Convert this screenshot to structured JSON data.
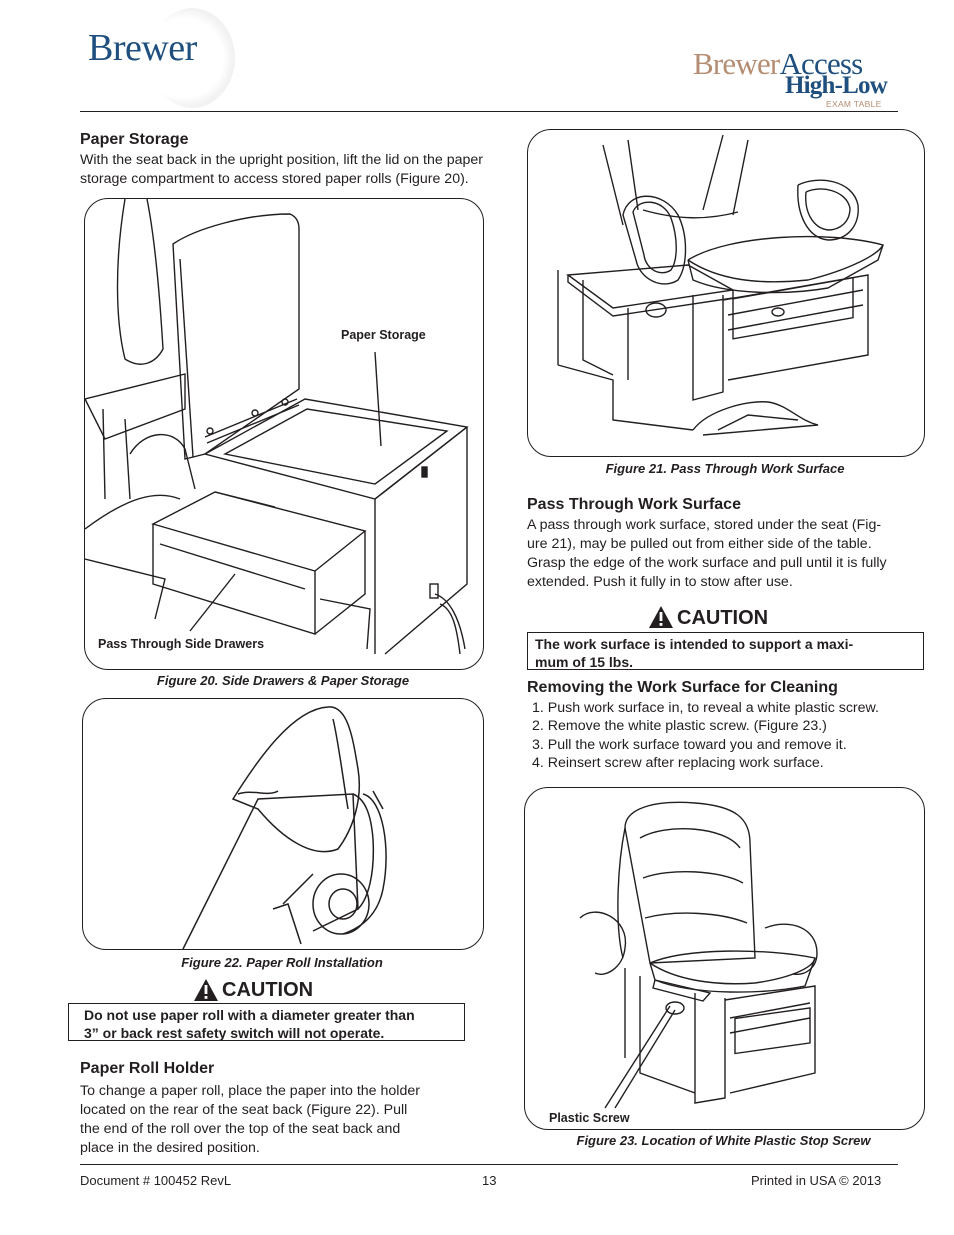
{
  "header": {
    "left_logo": "Brewer",
    "right_logo_part1": "Brewer",
    "right_logo_part2": "Access",
    "right_logo_line2": "High-Low",
    "right_logo_line3": "EXAM TABLE"
  },
  "sections": {
    "paper_storage": {
      "title": "Paper Storage",
      "body_lines": [
        "With the seat back in the upright position, lift the lid on the paper",
        "storage compartment to access stored paper rolls (Figure 20)."
      ]
    },
    "pass_through": {
      "title": "Pass Through Work Surface",
      "body_lines": [
        "A pass through work surface, stored under the seat (Fig-",
        "ure 21), may be pulled out from either side of the table.",
        "Grasp the edge of the work surface and pull until it is fully",
        "extended. Push it fully in to stow after use."
      ]
    },
    "removing": {
      "title": "Removing the Work Surface for Cleaning",
      "steps": [
        "1.   Push work surface in, to reveal a white plastic screw.",
        "2.   Remove the white plastic screw. (Figure 23.)",
        "3.   Pull the work surface toward you and remove it.",
        "4. Reinsert screw after replacing work surface."
      ]
    },
    "paper_roll_holder": {
      "title": "Paper Roll Holder",
      "body_lines": [
        "To change a paper roll, place the paper into the holder",
        "located on the rear of the seat back (Figure 22). Pull",
        "the end of the roll over the top of the seat back and",
        "place in the desired position."
      ]
    }
  },
  "figures": {
    "fig20": {
      "caption": "Figure 20. Side Drawers & Paper Storage",
      "label_top": "Paper Storage",
      "label_bottom": "Pass Through Side Drawers"
    },
    "fig21": {
      "caption": "Figure 21. Pass Through Work Surface"
    },
    "fig22": {
      "caption": "Figure 22. Paper Roll Installation"
    },
    "fig23": {
      "caption": "Figure 23. Location of White Plastic Stop Screw",
      "label": "Plastic Screw"
    }
  },
  "cautions": {
    "work_surface": {
      "title": "CAUTION",
      "lines": [
        "The work surface is intended to support a maxi-",
        "mum of 15 lbs."
      ]
    },
    "paper_roll": {
      "title": "CAUTION",
      "lines": [
        "Do not use paper roll with a diameter greater than",
        "3” or back rest safety switch will not operate."
      ]
    }
  },
  "footer": {
    "document": "Document # 100452 RevL",
    "page_number": "13",
    "printed": "Printed in USA © 2013"
  }
}
